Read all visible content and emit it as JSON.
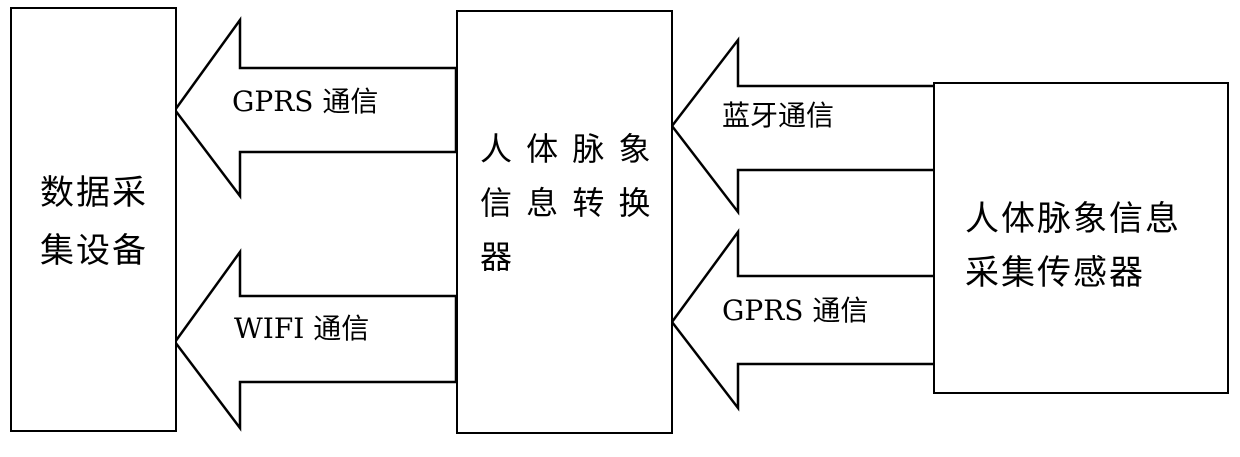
{
  "boxes": {
    "data_device": "数据采\n集设备",
    "converter": "人 体 脉 象\n信 息 转 换\n器",
    "sensor": "人体脉象信息\n采集传感器"
  },
  "arrows": {
    "gprs_left": "GPRS 通信",
    "wifi_left": "WIFI 通信",
    "bluetooth_right": "蓝牙通信",
    "gprs_right": "GPRS 通信"
  }
}
